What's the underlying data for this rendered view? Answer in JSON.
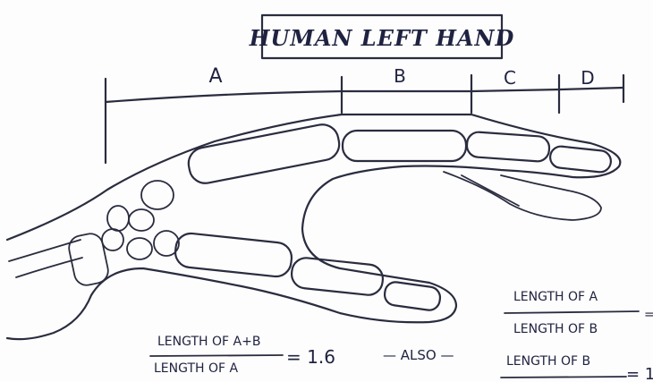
{
  "title": "HUMAN LEFT HAND",
  "segments": {
    "a": "A",
    "b": "B",
    "c": "C",
    "d": "D"
  },
  "formulas": {
    "ratio1_numerator": "LENGTH OF A+B",
    "ratio1_denominator": "LENGTH OF A",
    "ratio1_value": "= 1.6",
    "also": "— ALSO —",
    "ratio2_numerator": "LENGTH OF A",
    "ratio2_denominator": "LENGTH OF B",
    "ratio2_value": "=",
    "ratio3_numerator": "LENGTH OF B",
    "ratio3_value": "= 1"
  }
}
